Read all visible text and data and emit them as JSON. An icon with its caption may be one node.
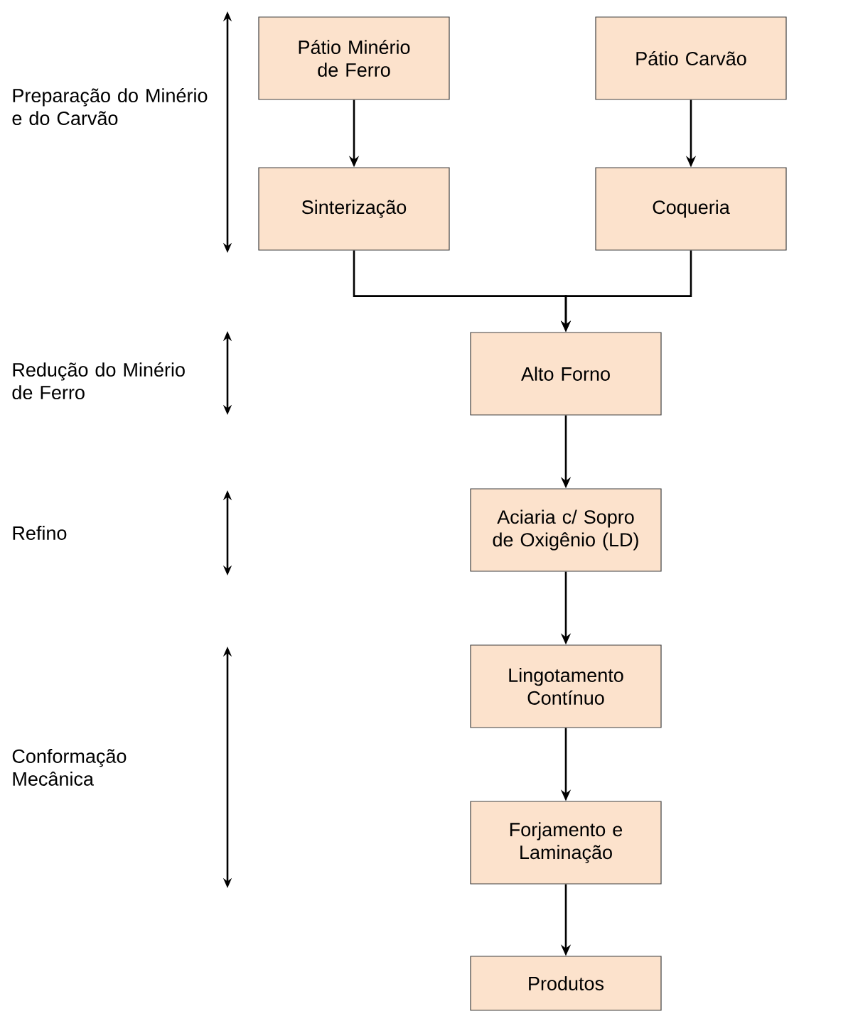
{
  "diagram": {
    "nodes": [
      {
        "text": [
          "Pátio Minério de Ferro"
        ]
      },
      {
        "text": [
          "Pátio Carvão"
        ]
      },
      {
        "text": [
          "Sinterização"
        ]
      },
      {
        "text": [
          "Coqueria"
        ]
      },
      {
        "text": [
          "Alto Forno"
        ]
      },
      {
        "text": [
          "Aciaria c/ Sopro de Oxigênio (LD)"
        ]
      },
      {
        "text": [
          "Lingotamento Contínuo"
        ]
      },
      {
        "text": [
          "Forjamento e Laminação"
        ]
      },
      {
        "text": [
          "Produtos"
        ]
      }
    ],
    "edges": [
      {
        "from": 0,
        "to": 2,
        "arrow": "to"
      },
      {
        "from": 1,
        "to": 3,
        "arrow": "to"
      },
      {
        "from": 2,
        "to": 4,
        "arrow": "to"
      },
      {
        "from": 3,
        "to": 4,
        "arrow": "to"
      },
      {
        "from": 4,
        "to": 5,
        "arrow": "to"
      },
      {
        "from": 5,
        "to": 6,
        "arrow": "to"
      },
      {
        "from": 6,
        "to": 7,
        "arrow": "to"
      },
      {
        "from": 7,
        "to": 8,
        "arrow": "to"
      }
    ],
    "labels": [
      "Preparação do Minério e do Carvão",
      "Redução do Minério de Ferro",
      "Refino",
      "Conformação Mecânica"
    ]
  }
}
